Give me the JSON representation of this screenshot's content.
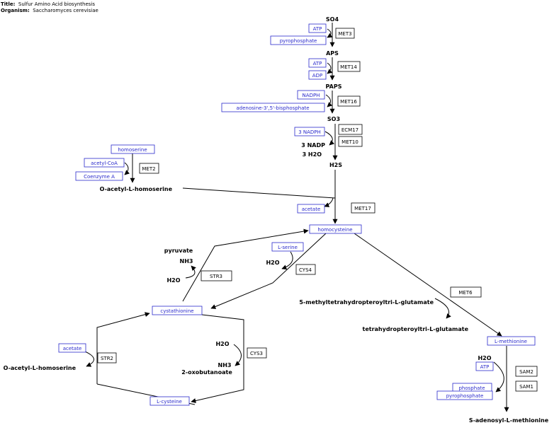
{
  "header": {
    "title_label": "Title:",
    "title_value": "Sulfur Amino Acid biosynthesis",
    "organism_label": "Organism:",
    "organism_value": "Saccharomyces cerevisiae"
  },
  "colors": {
    "node_box": "#2a2acc",
    "node_text": "#2a2acc",
    "gene_box": "#000000",
    "line": "#000000",
    "label": "#000000"
  },
  "nodes": {
    "atp_1": "ATP",
    "pyrophosphate_1": "pyrophosphate",
    "atp_2": "ATP",
    "adp": "ADP",
    "nadph": "NADPH",
    "adenosine_bisphosphate": "adenosine-3',5'-bisphosphate",
    "nadph_3": "3 NADPH",
    "homoserine": "homoserine",
    "acetyl_coa": "acetyl-CoA",
    "coenzyme_a": "Coenzyme A",
    "acetate_1": "acetate",
    "homocysteine": "homocysteine",
    "l_serine": "L-serine",
    "cystathionine": "cystathionine",
    "acetate_2": "acetate",
    "l_cysteine": "L-cysteine",
    "l_methionine": "L-methionine",
    "atp_3": "ATP",
    "phosphate": "phosphate",
    "pyrophosphate_2": "pyrophosphate"
  },
  "genes": {
    "met3": "MET3",
    "met14": "MET14",
    "met16": "MET16",
    "ecm17": "ECM17",
    "met10": "MET10",
    "met2": "MET2",
    "met17": "MET17",
    "str3": "STR3",
    "cys4": "CYS4",
    "met6": "MET6",
    "str2": "STR2",
    "cys3": "CYS3",
    "sam2": "SAM2",
    "sam1": "SAM1"
  },
  "labels": {
    "so4": "SO4",
    "aps": "APS",
    "paps": "PAPS",
    "so3": "SO3",
    "nadp_3": "3 NADP",
    "h2o_3": "3 H2O",
    "h2s": "H2S",
    "o_acetyl_homoserine_1": "O-acetyl-L-homoserine",
    "pyruvate": "pyruvate",
    "nh3_1": "NH3",
    "h2o_1": "H2O",
    "h2o_2": "H2O",
    "methyl_thf": "5-methyltetrahydropteroyltri-L-glutamate",
    "thf": "tetrahydropteroyltri-L-glutamate",
    "o_acetyl_homoserine_2": "O-acetyl-L-homoserine",
    "h2o_cys3": "H2O",
    "nh3_2": "NH3",
    "oxobutanoate": "2-oxobutanoate",
    "h2o_sam": "H2O",
    "sam": "S-adenosyl-L-methionine"
  }
}
